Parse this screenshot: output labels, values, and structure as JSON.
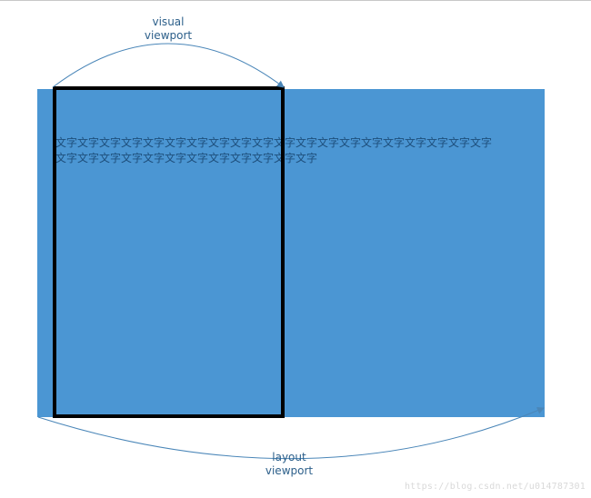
{
  "labels": {
    "visual_viewport_line1": "visual",
    "visual_viewport_line2": "viewport",
    "layout_viewport_line1": "layout",
    "layout_viewport_line2": "viewport"
  },
  "filler": {
    "line1": "文字文字文字文字文字文字文字文字文字文字文字文字文字文字文字文字文字文字文字文字",
    "line2": "文字文字文字文字文字文字文字文字文字文字文字文字"
  },
  "watermark": "https://blog.csdn.net/u014787301",
  "colors": {
    "layout_viewport_fill": "#4b96d3",
    "visual_viewport_border": "#000000",
    "arrow": "#4a86b8",
    "caption_text": "#2c5f8a"
  }
}
